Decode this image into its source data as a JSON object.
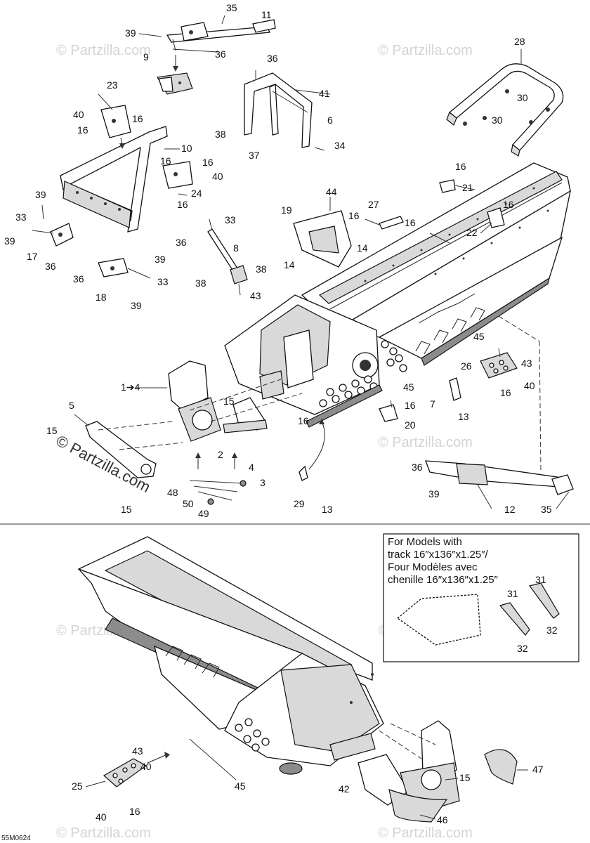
{
  "diagram_code": "55M0624",
  "watermark": "© Partzilla.com",
  "inset": {
    "lines": [
      "For Models with",
      "track 16″x136″x1.25″/",
      "Four Modèles avec",
      "chenille 16″x136″x1.25″"
    ]
  },
  "callouts": {
    "c35a": "35",
    "c11": "11",
    "c39a": "39",
    "c36a": "36",
    "c9": "9",
    "c28": "28",
    "c36b": "36",
    "c41": "41",
    "c30a": "30",
    "c30b": "30",
    "c6": "6",
    "c38a": "38",
    "c37": "37",
    "c34": "34",
    "c23": "23",
    "c40a": "40",
    "c16a": "16",
    "c16b": "16",
    "c10": "10",
    "c16c": "16",
    "c16d": "16",
    "c40b": "40",
    "c24": "24",
    "c16e": "16",
    "c16f": "16",
    "c21": "21",
    "c16g": "16",
    "c44": "44",
    "c27": "27",
    "c22": "22",
    "c19": "19",
    "c16h": "16",
    "c16i": "16",
    "c14a": "14",
    "c14b": "14",
    "c39b": "39",
    "c33a": "33",
    "c33b": "33",
    "c39c": "39",
    "c17": "17",
    "c36c": "36",
    "c36d": "36",
    "c8": "8",
    "c38b": "38",
    "c38c": "38",
    "c43a": "43",
    "c39d": "39",
    "c36e": "36",
    "c33c": "33",
    "c18": "18",
    "c39e": "39",
    "c45a": "45",
    "c26": "26",
    "c43b": "43",
    "c40c": "40",
    "c16j": "16",
    "c1to4": "1➔4",
    "c45b": "45",
    "c7": "7",
    "c16k": "16",
    "c13a": "13",
    "c20": "20",
    "c5": "5",
    "c15a": "15",
    "c15b": "15",
    "c16l": "16",
    "c2": "2",
    "c4": "4",
    "c3": "3",
    "c48": "48",
    "c50": "50",
    "c49": "49",
    "c15c": "15",
    "c29": "29",
    "c13b": "13",
    "c36f": "36",
    "c39f": "39",
    "c12": "12",
    "c35b": "35",
    "c31a": "31",
    "c31b": "31",
    "c32a": "32",
    "c32b": "32",
    "c43c": "43",
    "c40d": "40",
    "c25": "25",
    "c40e": "40",
    "c16m": "16",
    "c45c": "45",
    "c42": "42",
    "c15d": "15",
    "c47": "47",
    "c46": "46"
  }
}
